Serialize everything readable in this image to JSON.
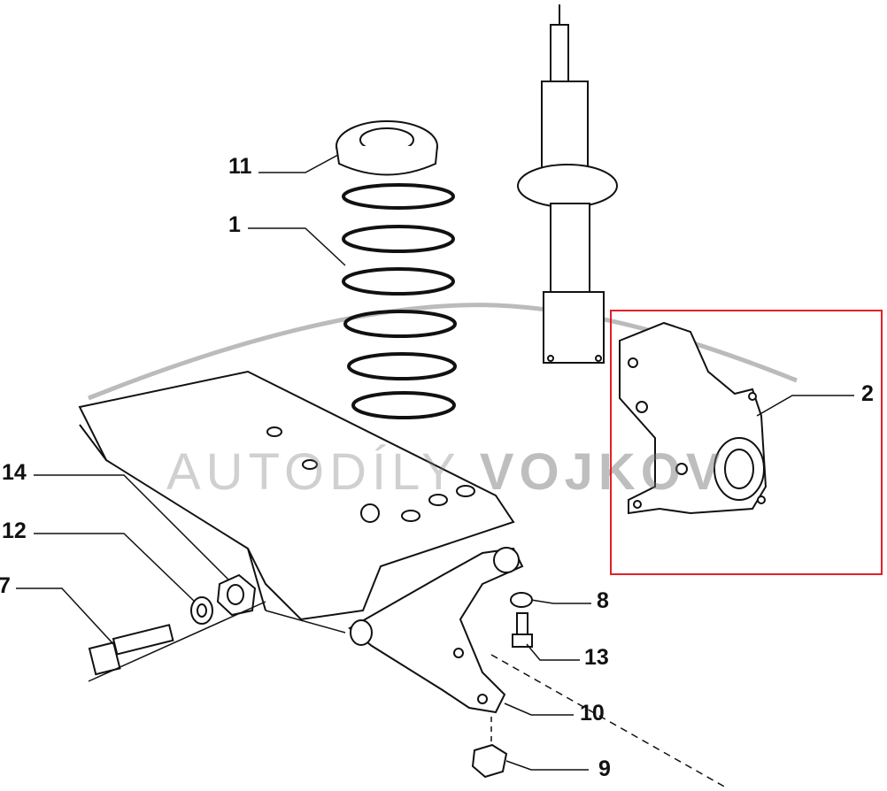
{
  "diagram": {
    "labels": {
      "p11": "11",
      "p1": "1",
      "p2": "2",
      "p14": "14",
      "p12": "12",
      "p7": "7",
      "p8": "8",
      "p13": "13",
      "p10": "10",
      "p9": "9"
    },
    "watermark": {
      "light": "AUTODÍLY",
      "bold": "VOJKOV"
    },
    "highlight_color": "#e0202a"
  }
}
